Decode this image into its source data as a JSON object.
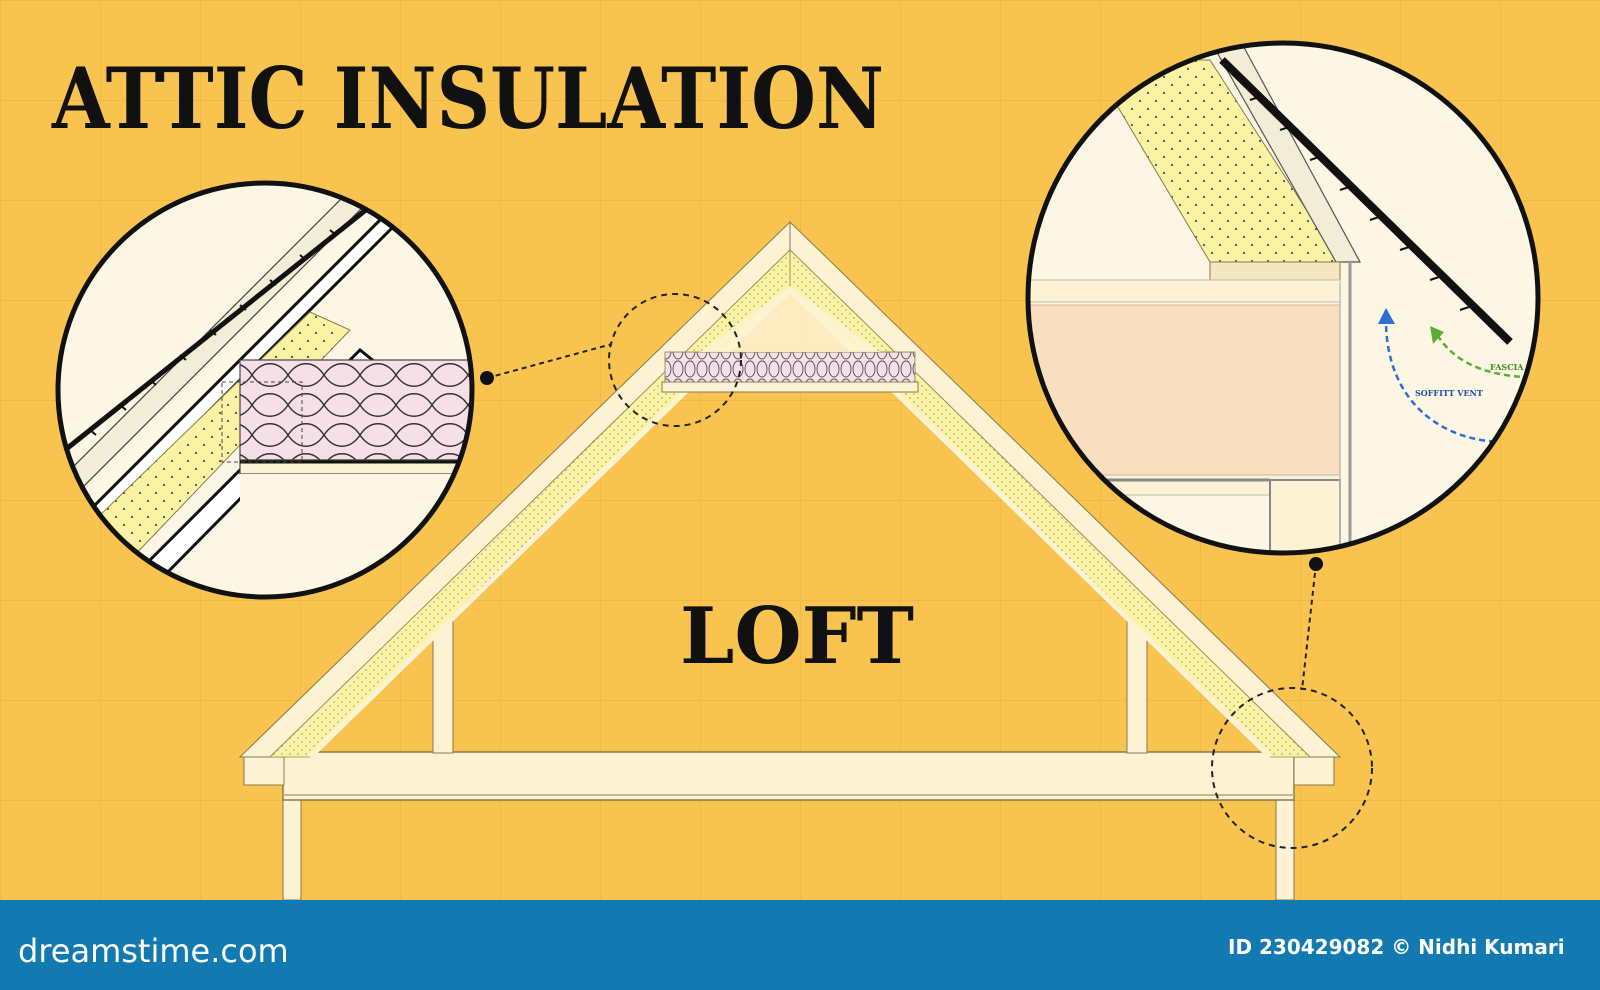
{
  "title": "ATTIC INSULATION",
  "center_label": "LOFT",
  "detail_right": {
    "fascia_label": "FASCIA VENT",
    "soffit_label": "SOFFITT VENT"
  },
  "footer": {
    "logo_text": "dreamstime.com",
    "credit_text": "ID 230429082 © Nidhi Kumari"
  },
  "colors": {
    "background": "#f9c34f",
    "insulation_yellow": "#fbf3a4",
    "insulation_pink": "#f6dfe6",
    "timber": "#fdf3d4",
    "footer_bar": "#1279b1",
    "fascia_arrow": "#5aae2f",
    "soffit_arrow": "#2a6fd6"
  }
}
